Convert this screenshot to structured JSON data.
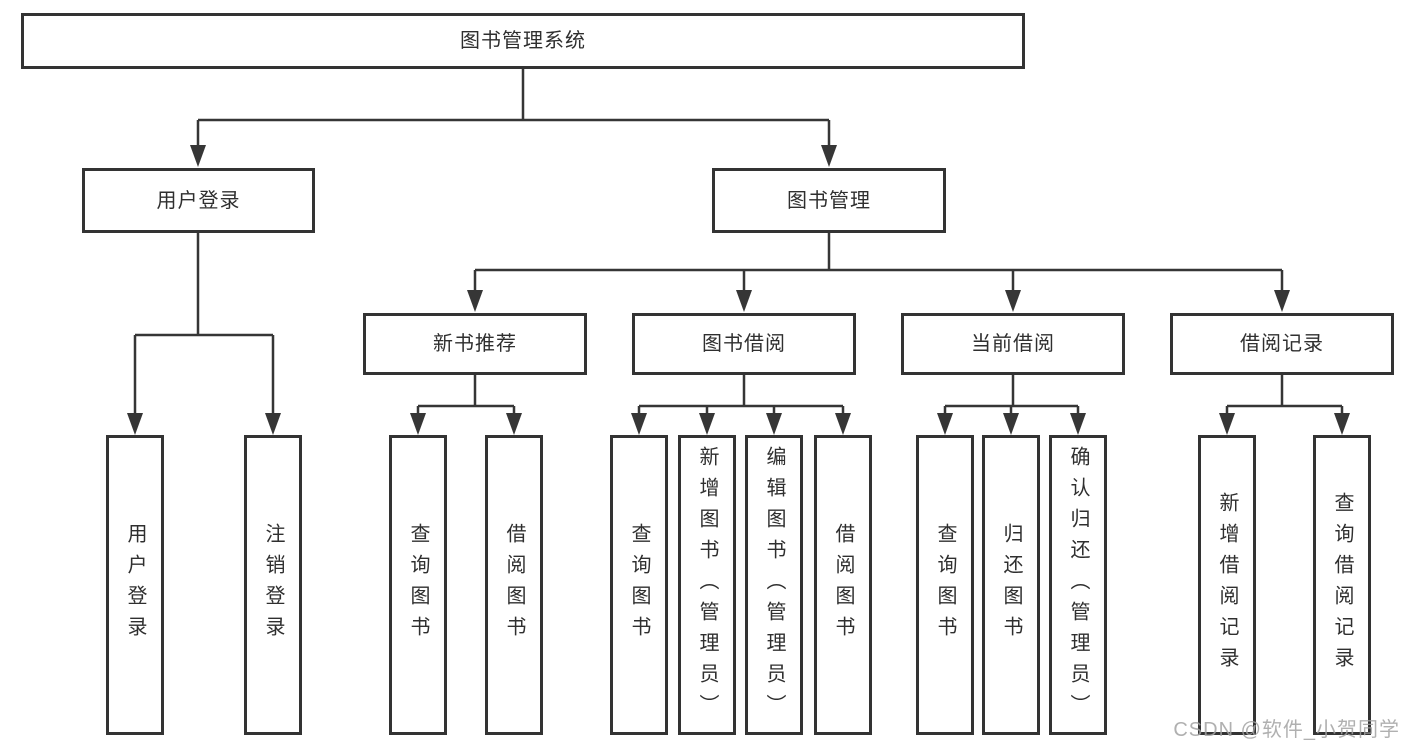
{
  "tree": {
    "label": "图书管理系统",
    "children": [
      {
        "label": "用户登录",
        "children": [
          {
            "label": "用户登录"
          },
          {
            "label": "注销登录"
          }
        ]
      },
      {
        "label": "图书管理",
        "children": [
          {
            "label": "新书推荐",
            "children": [
              {
                "label": "查询图书"
              },
              {
                "label": "借阅图书"
              }
            ]
          },
          {
            "label": "图书借阅",
            "children": [
              {
                "label": "查询图书"
              },
              {
                "label": "新增图书（管理员）"
              },
              {
                "label": "编辑图书（管理员）"
              },
              {
                "label": "借阅图书"
              }
            ]
          },
          {
            "label": "当前借阅",
            "children": [
              {
                "label": "查询图书"
              },
              {
                "label": "归还图书"
              },
              {
                "label": "确认归还（管理员）"
              }
            ]
          },
          {
            "label": "借阅记录",
            "children": [
              {
                "label": "新增借阅记录"
              },
              {
                "label": "查询借阅记录"
              }
            ]
          }
        ]
      }
    ]
  },
  "watermark": {
    "text": "CSDN @软件_小贺同学"
  },
  "colors": {
    "line": "#363636",
    "box_border": "#333333",
    "text": "#2f2f2f",
    "watermark": "#a2a2a2",
    "background": "#ffffff"
  }
}
